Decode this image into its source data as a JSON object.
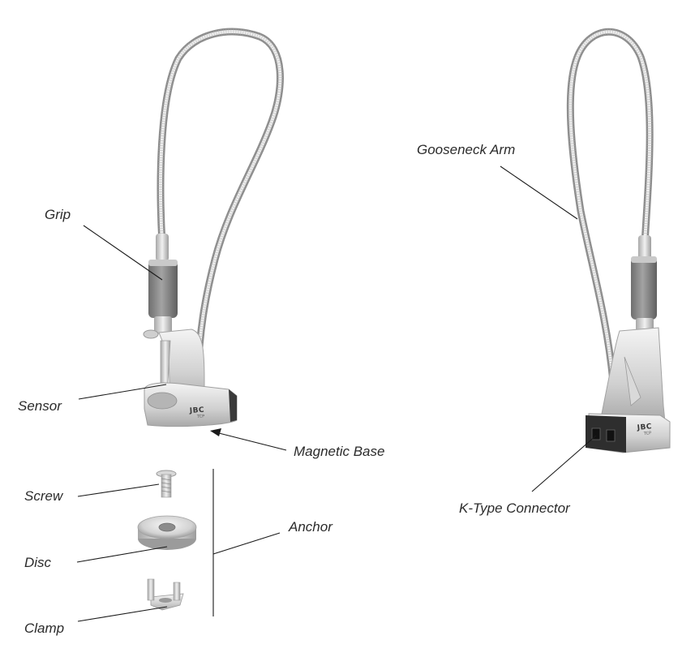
{
  "labels": {
    "grip": "Grip",
    "sensor": "Sensor",
    "magnetic_base": "Magnetic Base",
    "screw": "Screw",
    "disc": "Disc",
    "clamp": "Clamp",
    "anchor": "Anchor",
    "gooseneck_arm": "Gooseneck Arm",
    "k_type_connector": "K-Type Connector"
  },
  "logo": {
    "brand": "JBC",
    "model": "TCP"
  },
  "colors": {
    "metal_light": "#e9e9e9",
    "metal_mid": "#c4c4c4",
    "metal_dark": "#8d8d8d",
    "grip_grey": "#8a8a8a",
    "connector_black": "#2a2a2a",
    "text": "#2b2b2b"
  }
}
